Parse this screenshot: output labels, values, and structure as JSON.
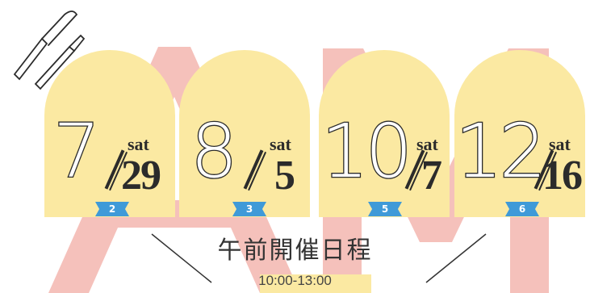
{
  "colors": {
    "card_fill": "#fbe9a2",
    "background_letters": "#f4b8b3",
    "badge": "#3f9ad8",
    "text": "#2b2b2b"
  },
  "icons": [
    "palette-knife-icon"
  ],
  "schedule": [
    {
      "month": "7",
      "day": "29",
      "weekday": "sat",
      "badge": "2"
    },
    {
      "month": "8",
      "day": "5",
      "weekday": "sat",
      "badge": "3"
    },
    {
      "month": "10",
      "day": "7",
      "weekday": "sat",
      "badge": "5"
    },
    {
      "month": "12",
      "day": "16",
      "weekday": "sat",
      "badge": "6"
    }
  ],
  "title": "午前開催日程",
  "time": "10:00-13:00"
}
